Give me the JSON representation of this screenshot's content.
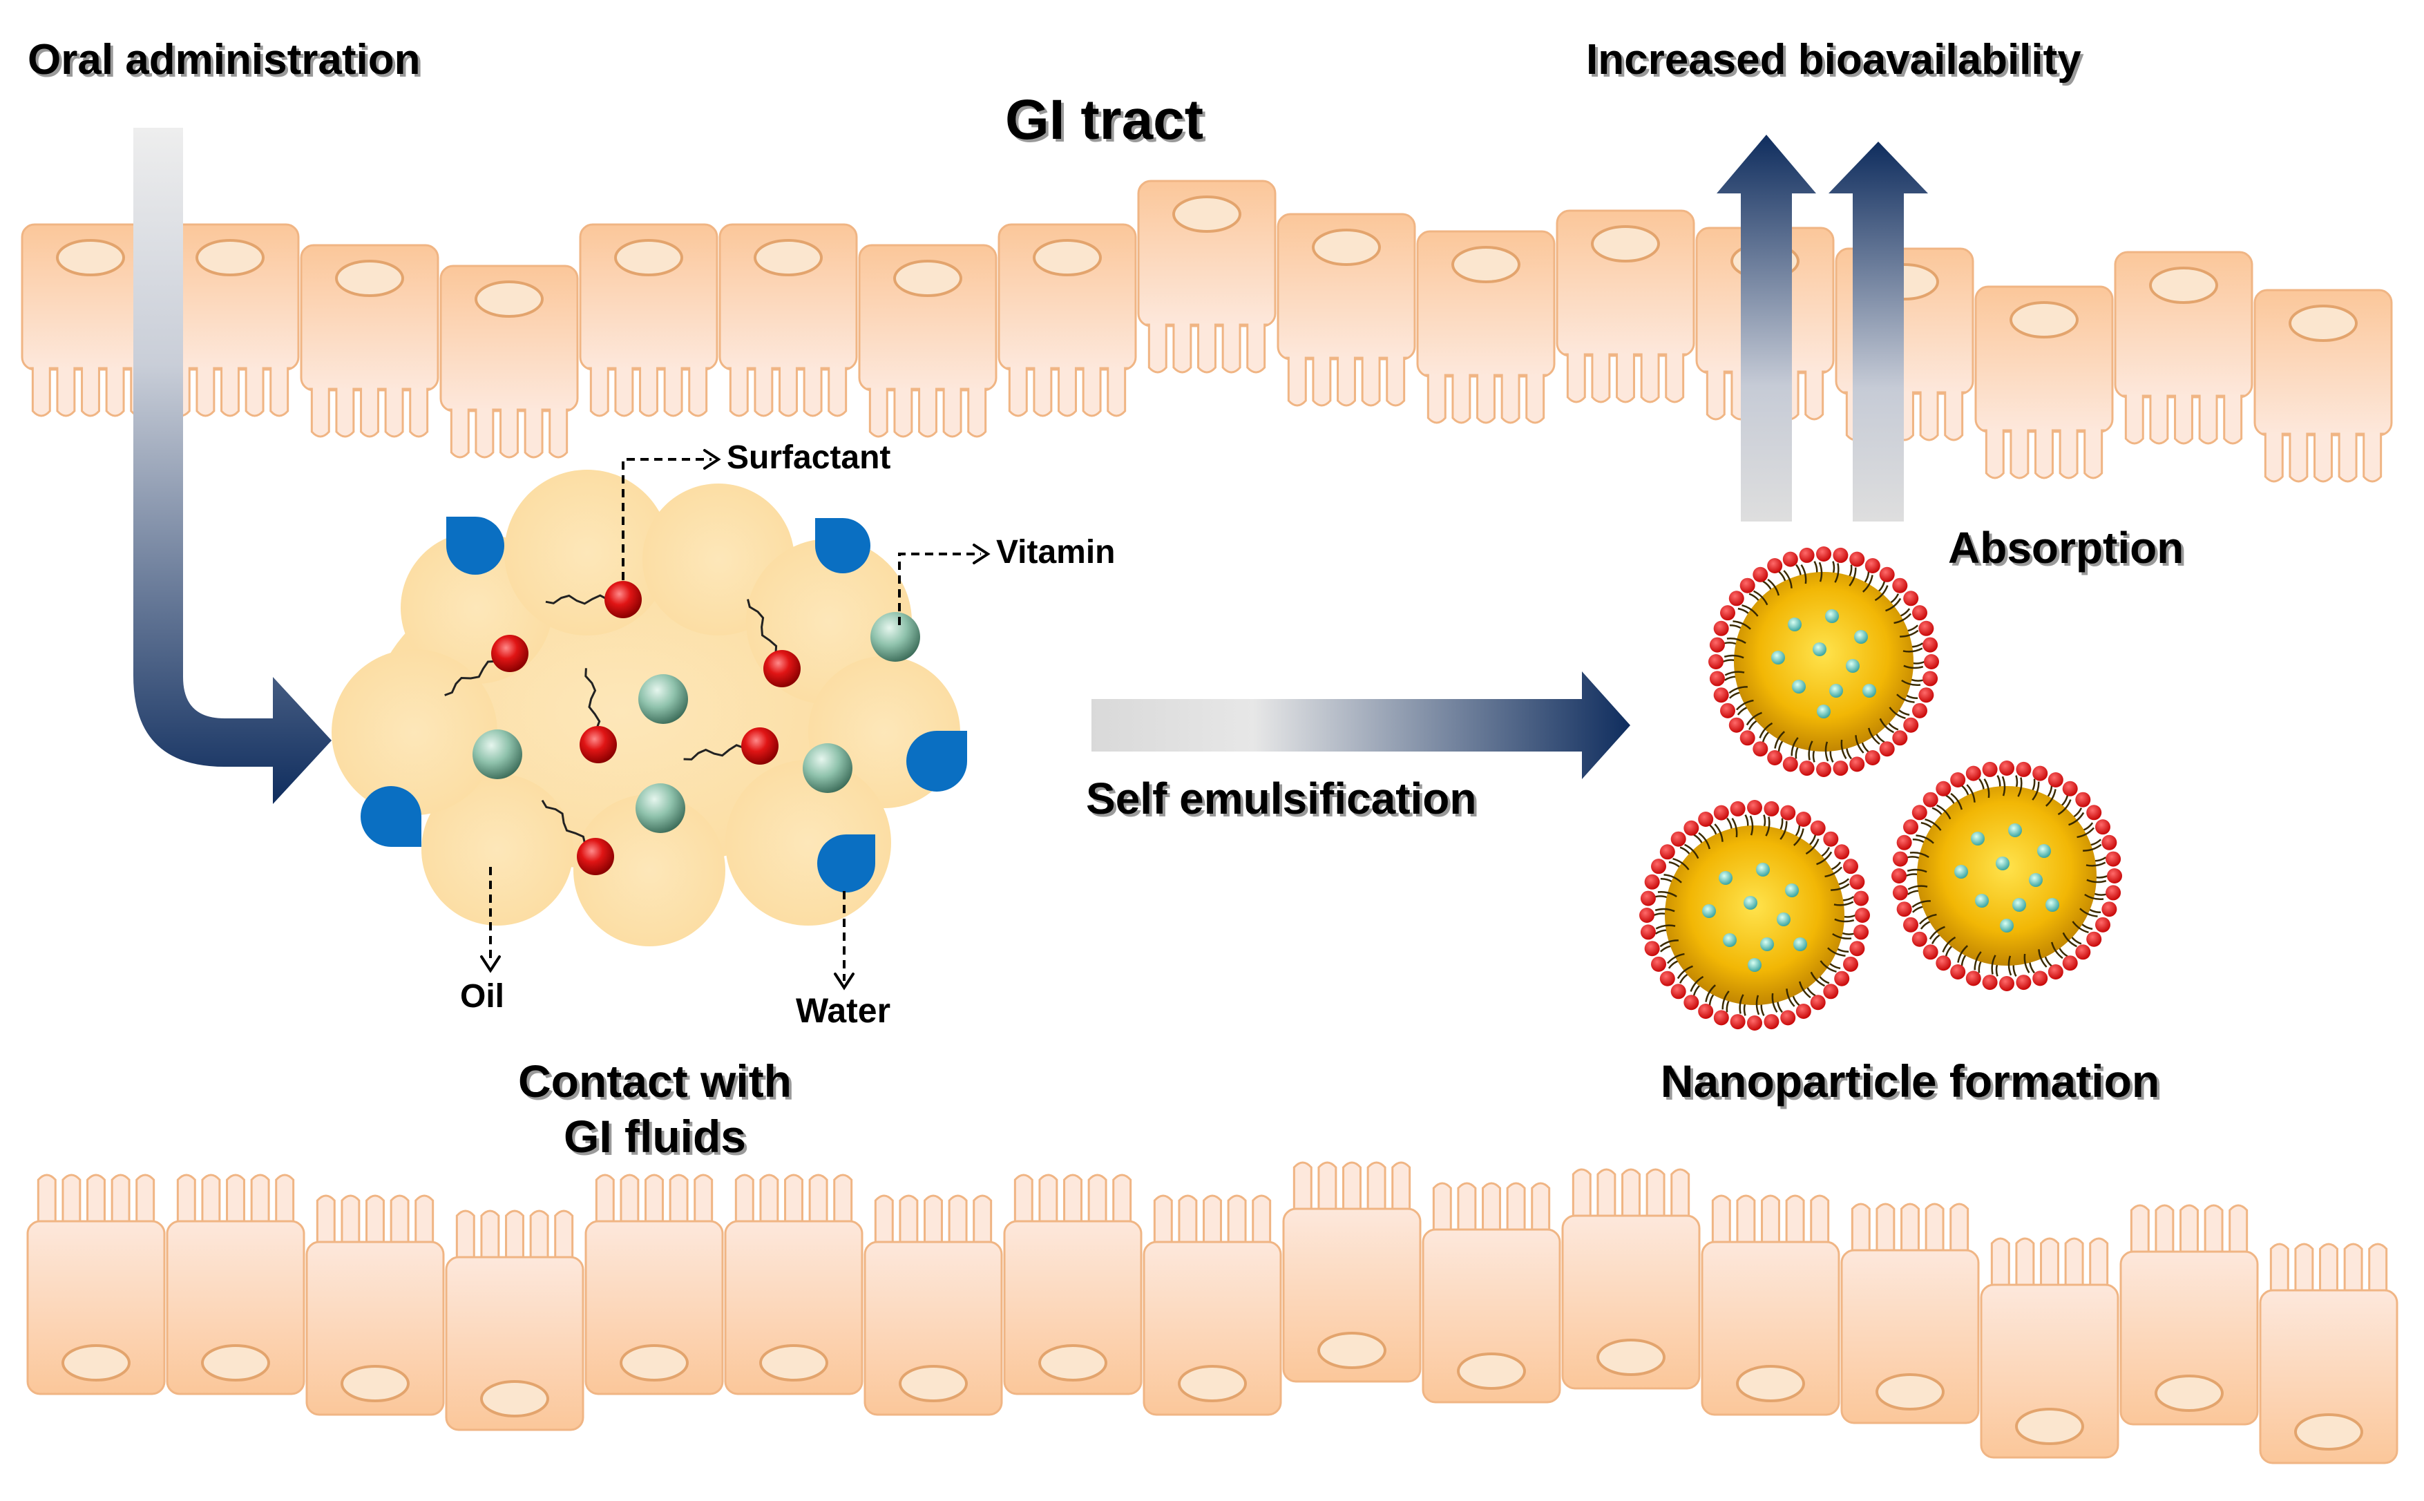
{
  "labels": {
    "oral_administration": "Oral administration",
    "gi_tract": "GI tract",
    "increased_bioavailability": "Increased bioavailability",
    "surfactant": "Surfactant",
    "vitamin": "Vitamin",
    "absorption": "Absorption",
    "self_emulsification": "Self emulsification",
    "oil": "Oil",
    "water": "Water",
    "contact_line1": "Contact with",
    "contact_line2": "GI fluids",
    "nanoparticle_formation": "Nanoparticle formation"
  },
  "colors": {
    "cell_fill": "#fcd9b8",
    "cell_stroke": "#f0b584",
    "nucleus": "#fbe6cf",
    "arrow_dark": "#0f2d5e",
    "oil_blob": "#fde3b0",
    "water_drop": "#0a6fc2",
    "surfactant_red": "#d81818",
    "vitamin_green": "#8fc2ac",
    "nanoparticle_core": "#f2b705"
  },
  "icons": {
    "water": "water-drop-icon",
    "surfactant": "surfactant-molecule-icon",
    "vitamin": "vitamin-sphere-icon",
    "nanoparticle": "nanoparticle-icon"
  }
}
